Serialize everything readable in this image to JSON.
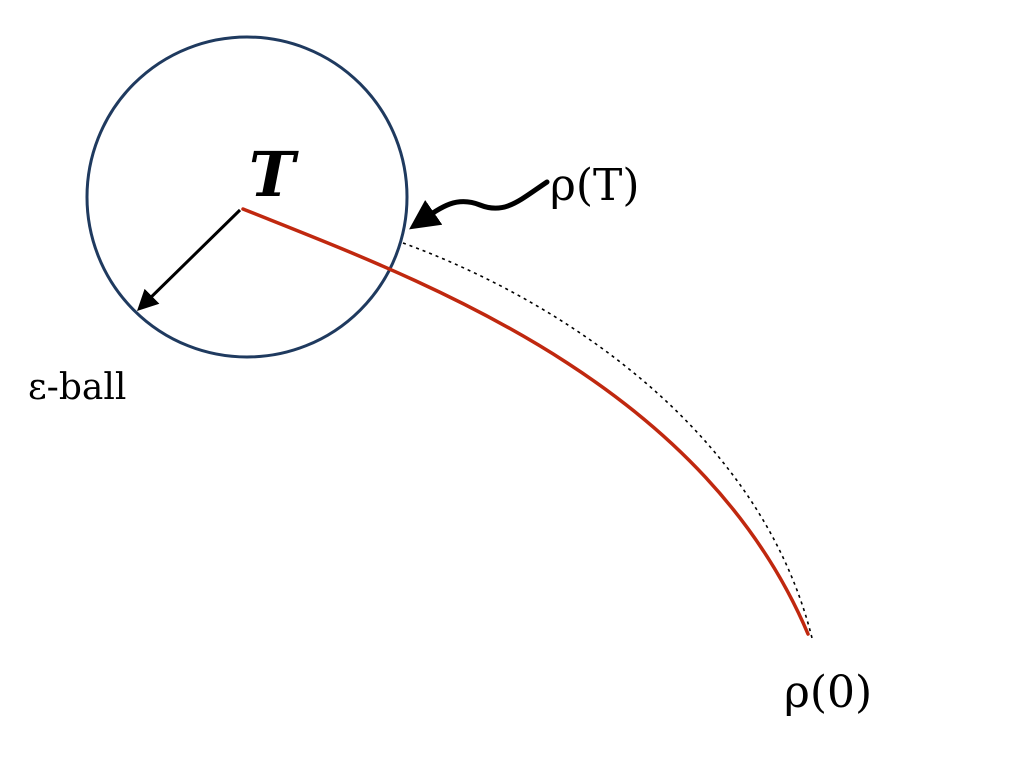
{
  "diagram": {
    "target_label": "T",
    "ball_label": "ε-ball",
    "start_label": "ρ(0)",
    "end_label": "ρ(T)"
  },
  "colors": {
    "ball_outline": "#1f3a5f",
    "trajectory": "#c0280f",
    "dotted_path": "#000000",
    "arrows": "#000000"
  },
  "icons": {
    "radius_arrow": "arrow-icon",
    "pointer_arrow": "curved-arrow-icon"
  }
}
